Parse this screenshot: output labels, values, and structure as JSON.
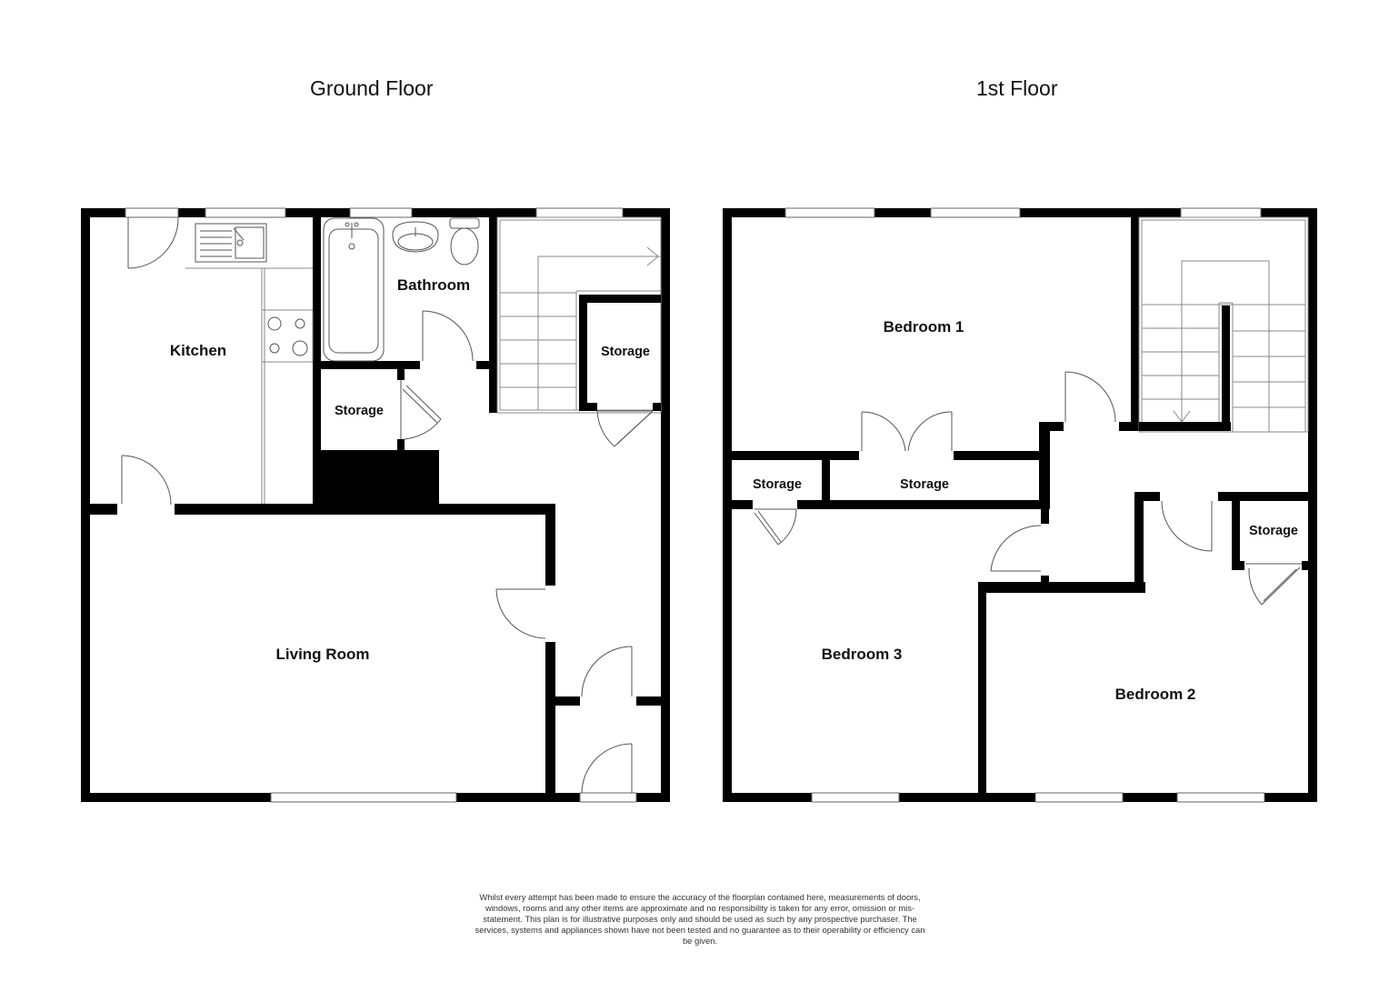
{
  "floors": {
    "ground": {
      "title": "Ground Floor",
      "rooms": {
        "kitchen": "Kitchen",
        "bathroom": "Bathroom",
        "storage_left": "Storage",
        "storage_right": "Storage",
        "living_room": "Living Room"
      }
    },
    "first": {
      "title": "1st Floor",
      "rooms": {
        "bedroom1": "Bedroom 1",
        "storage_left": "Storage",
        "storage_middle": "Storage",
        "storage_right": "Storage",
        "bedroom3": "Bedroom 3",
        "bedroom2": "Bedroom 2"
      }
    }
  },
  "disclaimer": "Whilst every attempt has been made to ensure the accuracy of the floorplan contained here, measurements of doors, windows, rooms and any other items are approximate and no responsibility is taken for any error, omission or mis-statement. This plan is for illustrative purposes only and should be used as such by any prospective purchaser. The services, systems and appliances shown have not been tested and no guarantee as to their operability or efficiency can be given.",
  "colors": {
    "wall": "#000000",
    "background": "#ffffff",
    "fixture_line": "#555555"
  }
}
